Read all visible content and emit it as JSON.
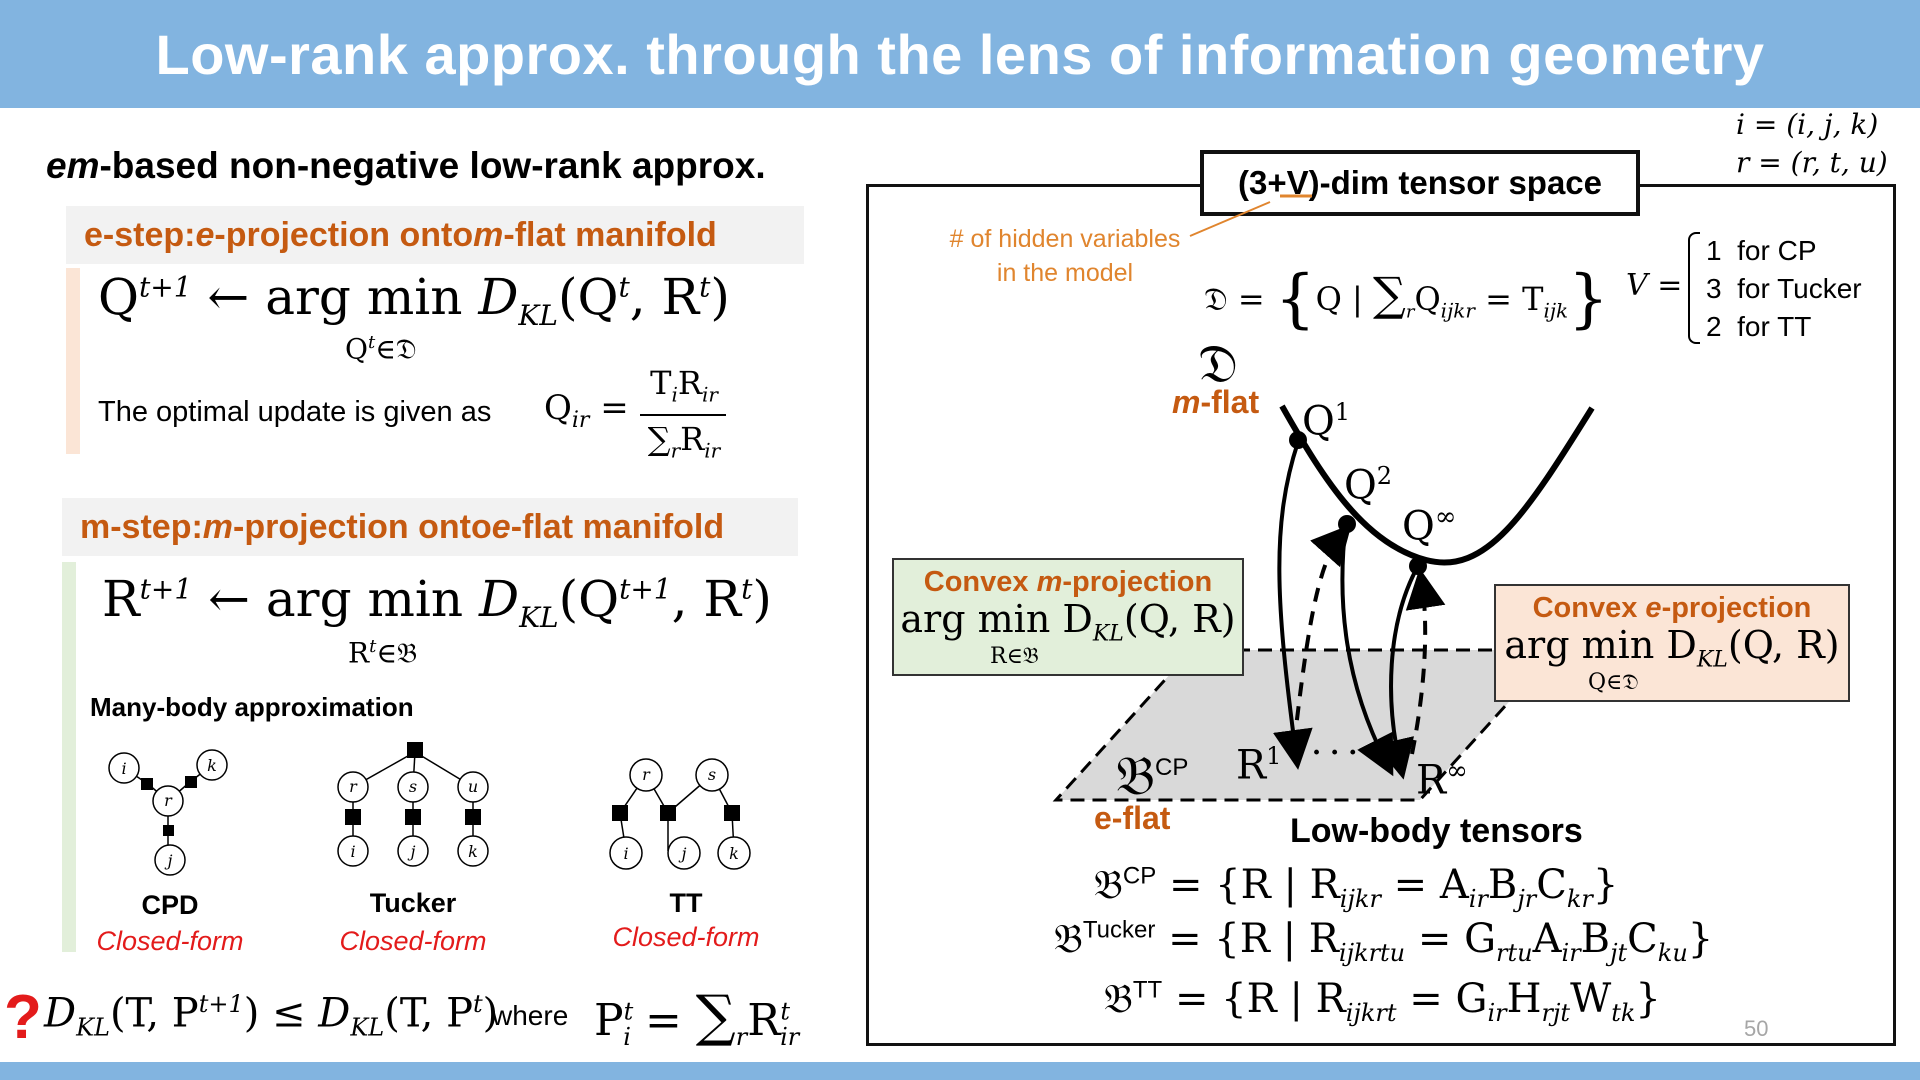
{
  "slide": {
    "title": "Low-rank approx. through the lens of information geometry",
    "page_number": "50"
  },
  "left": {
    "heading_em": "em",
    "heading_rest": "-based non-negative low-rank approx.",
    "estep": {
      "p1": "e-step: ",
      "p2": "e",
      "p3": "-projection onto ",
      "p4": "m",
      "p5": "-flat manifold"
    },
    "estep_formula": {
      "lhs": "Q",
      "lhs_sup": "t+1",
      "arrow": " ← arg min ",
      "dkl": "D",
      "dkl_sub": "KL",
      "args": "(Q",
      "args_sup": "t",
      "args2": ", R",
      "args2_sup": "t",
      "close": ")",
      "under": "Q",
      "under_sup": "t",
      "under_rest": "∈𝔇"
    },
    "optimal_update_text": "The optimal update is given as",
    "optimal_formula": {
      "lhs": "Q",
      "lhs_sub": "ir",
      "eq": " = ",
      "num": "T",
      "num_sub": "i",
      "num2": "R",
      "num2_sub": "ir",
      "den_sum": "∑",
      "den_sum_sub": "r",
      "den": "R",
      "den_sub": "ir"
    },
    "mstep": {
      "p1": "m-step: ",
      "p2": "m",
      "p3": "-projection onto ",
      "p4": "e",
      "p5": "-flat manifold"
    },
    "mstep_formula": {
      "lhs": "R",
      "lhs_sup": "t+1",
      "arrow": " ← arg min ",
      "dkl": "D",
      "dkl_sub": "KL",
      "args": "(Q",
      "args_sup": "t+1",
      "args2": ", R",
      "args2_sup": "t",
      "close": ")",
      "under": "R",
      "under_sup": "t",
      "under_rest": "∈𝔅"
    },
    "many_body_label": "Many-body approximation",
    "models": [
      {
        "name": "CPD",
        "closed": "Closed-form"
      },
      {
        "name": "Tucker",
        "closed": "Closed-form"
      },
      {
        "name": "TT",
        "closed": "Closed-form"
      }
    ],
    "graph_labels": {
      "i": "i",
      "j": "j",
      "k": "k",
      "r": "r",
      "s": "s",
      "u": "u"
    },
    "bottom": {
      "question": "?",
      "lhs": "D",
      "lhs_sub": "KL",
      "lhs_args": "(T, P",
      "lhs_sup": "t+1",
      "lhs_close": ")",
      "leq": " ≤ ",
      "rhs": "D",
      "rhs_sub": "KL",
      "rhs_args": "(T, P",
      "rhs_sup": "t",
      "rhs_close": ")",
      "where": "where",
      "p": "P",
      "p_sup": "t",
      "p_sub": "i",
      "eq": " = ",
      "sum": "∑",
      "sum_sub": "r",
      "r": "R",
      "r_sup": "t",
      "r_sub": "ir"
    }
  },
  "right": {
    "index_i": "i = (i, j, k)",
    "index_r": "r = (r, t, u)",
    "space_label": "(3+V)-dim tensor space",
    "hidden_note_1": "# of hidden variables",
    "hidden_note_2": "in the model",
    "D_def": {
      "lhs": "𝔇",
      "eq": " = ",
      "body": "Q | ",
      "sum": "∑",
      "sum_sub": "r",
      "q": "Q",
      "q_sub": "ijkr",
      "eq2": " = T",
      "t_sub": "ijk"
    },
    "V_def": {
      "lhs": "V",
      "eq": " = ",
      "cases": [
        {
          "n": "1",
          "label": "for CP"
        },
        {
          "n": "3",
          "label": "for Tucker"
        },
        {
          "n": "2",
          "label": "for TT"
        }
      ]
    },
    "D_symbol": "𝔇",
    "m_flat": {
      "m": "m",
      "rest": "-flat"
    },
    "e_flat": "e-flat",
    "points": {
      "q1": "Q",
      "q1_sup": "1",
      "q2": "Q",
      "q2_sup": "2",
      "qinf": "Q",
      "qinf_sup": "∞",
      "r1": "R",
      "r1_sup": "1",
      "rinf": "R",
      "rinf_sup": "∞",
      "dots": "· · ·"
    },
    "bcp": {
      "sym": "𝔅",
      "sup": "CP"
    },
    "convex_m": {
      "t1": "Convex ",
      "t2": "m",
      "t3": "-projection",
      "f1": "arg min D",
      "f_sub": "KL",
      "f2": "(Q, R)",
      "under": "R∈𝔅"
    },
    "convex_e": {
      "t1": "Convex ",
      "t2": "e",
      "t3": "-projection",
      "f1": "arg min D",
      "f_sub": "KL",
      "f2": "(Q, R)",
      "under": "Q∈𝔇"
    },
    "low_body": "Low-body tensors",
    "b_defs": [
      {
        "sup": "CP",
        "body": "= {R | R",
        "sub1": "ijkr",
        "rest": " = A",
        "s2": "ir",
        "r2": "B",
        "s3": "jr",
        "r3": "C",
        "s4": "kr",
        "r4": "",
        "s5": "",
        "end": "}"
      },
      {
        "sup": "Tucker",
        "body": "= {R | R",
        "sub1": "ijkrtu",
        "rest": " = G",
        "s2": "rtu",
        "r2": "A",
        "s3": "ir",
        "r3": "B",
        "s4": "jt",
        "r4": "C",
        "s5": "ku",
        "end": "}"
      },
      {
        "sup": "TT",
        "body": "= {R | R",
        "sub1": "ijkrt",
        "rest": " = G",
        "s2": "ir",
        "r2": "H",
        "s3": "rjt",
        "r3": "W",
        "s4": "tk",
        "r4": "",
        "s5": "",
        "end": "}"
      }
    ],
    "b_symbol": "𝔅"
  },
  "colors": {
    "title_bar": "#82b4e0",
    "accent_orange": "#c55a11",
    "closed_form_red": "#e31b1b",
    "convex_m_bg": "#e2efda",
    "convex_e_bg": "#fbe5d6",
    "low_body_fill": "#d9d9d9"
  }
}
